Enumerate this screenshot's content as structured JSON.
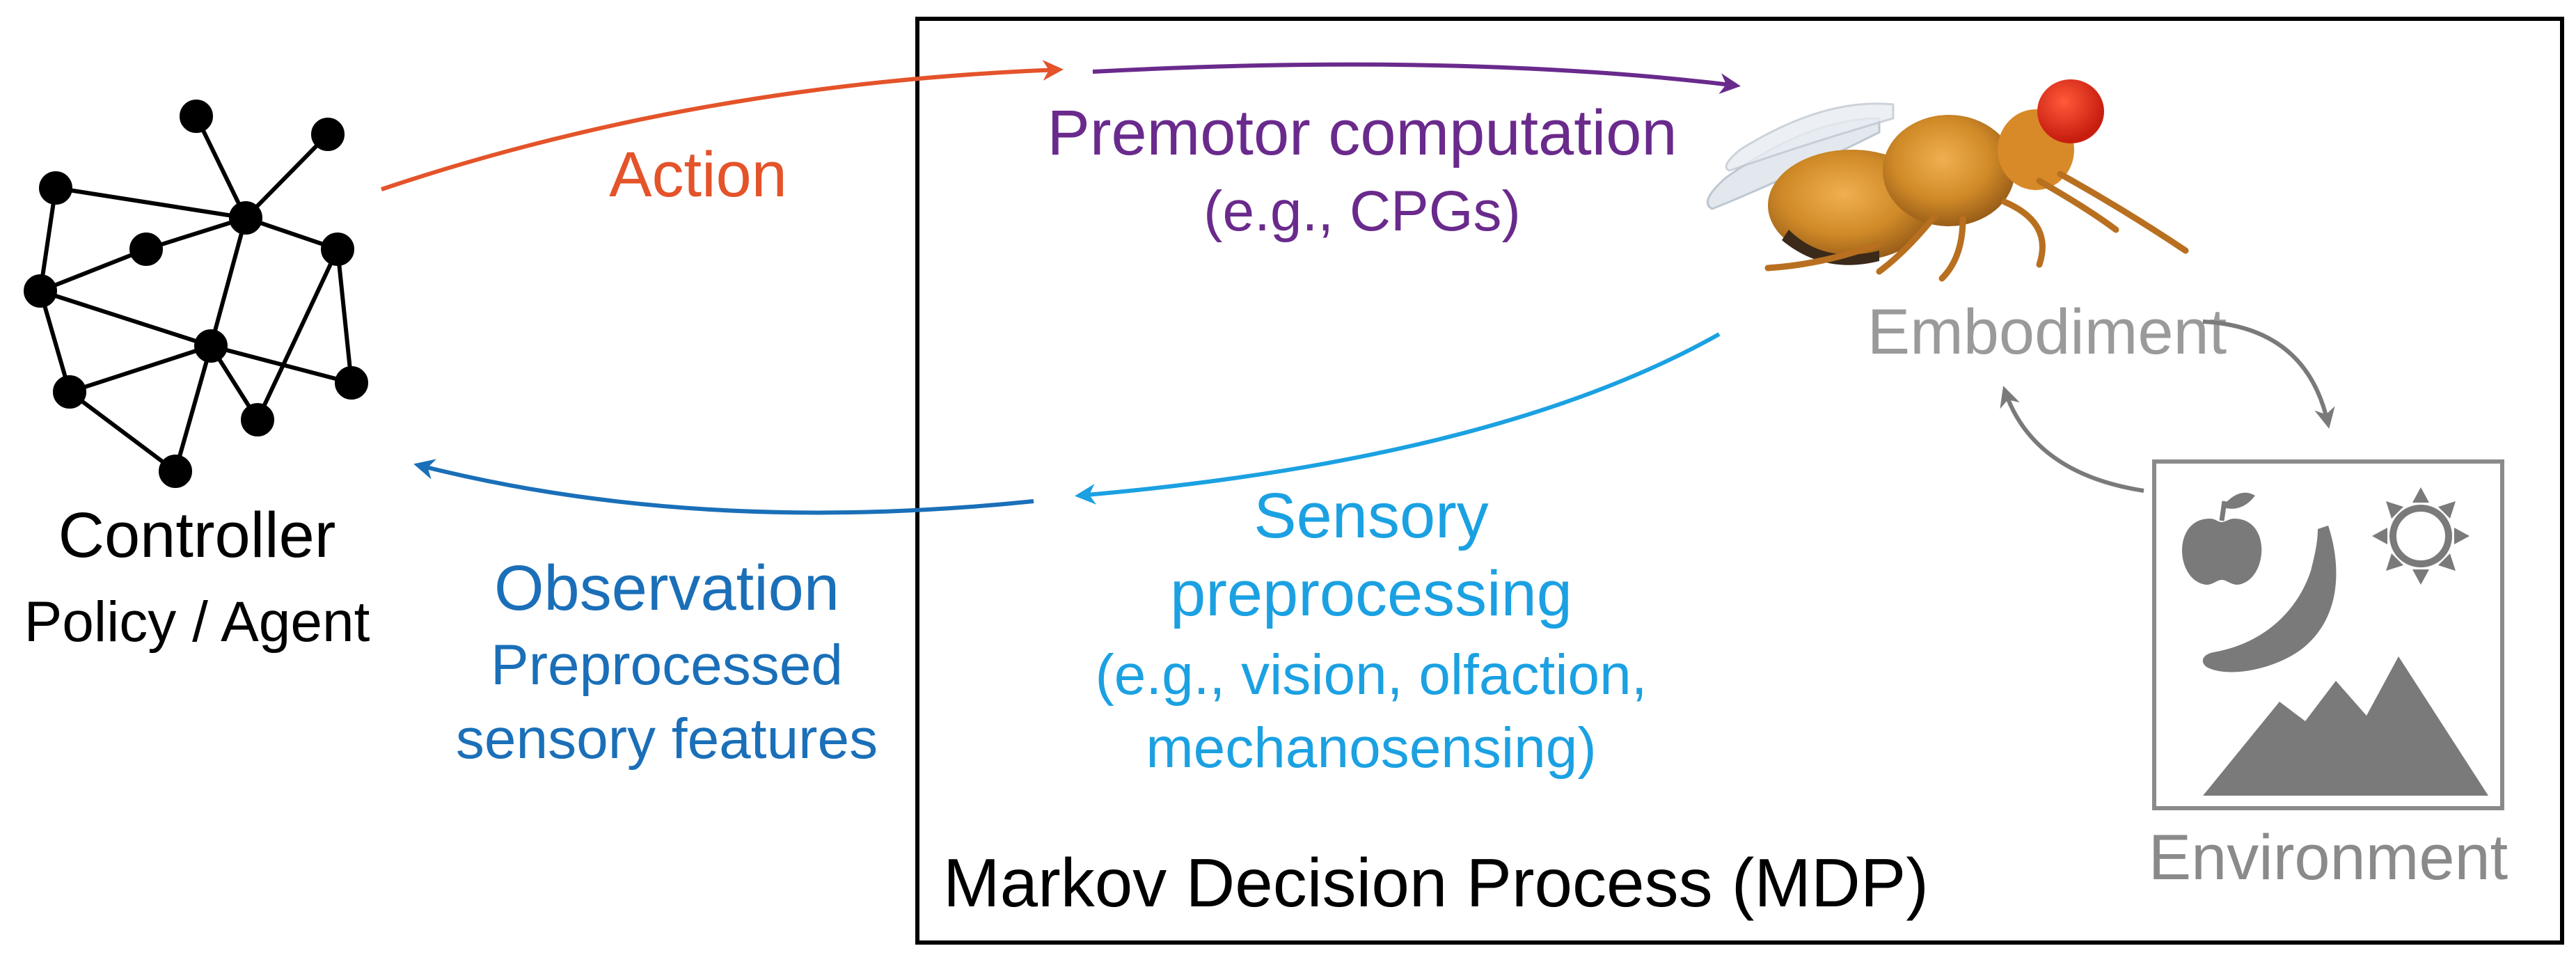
{
  "controller": {
    "title": "Controller",
    "subtitle": "Policy / Agent"
  },
  "action": {
    "label": "Action"
  },
  "premotor": {
    "title": "Premotor computation",
    "example": "(e.g., CPGs)"
  },
  "embodiment": {
    "label": "Embodiment"
  },
  "environment": {
    "label": "Environment",
    "icons": [
      "apple-icon",
      "banana-icon",
      "sun-icon",
      "mountains-icon"
    ]
  },
  "sensory": {
    "line1": "Sensory",
    "line2": "preprocessing",
    "line3": "(e.g., vision, olfaction,",
    "line4": "mechanosensing)"
  },
  "observation": {
    "title": "Observation",
    "line2": "Preprocessed",
    "line3": "sensory features"
  },
  "mdp": {
    "label": "Markov Decision Process (MDP)"
  },
  "colors": {
    "action": "#e4532a",
    "premotor": "#6a2a8c",
    "sensory": "#1ba1e2",
    "observation": "#1a6fb8",
    "embodiment": "#9a9a9a",
    "environment": "#8a8a8a",
    "arrow_gray": "#7a7a7a",
    "black": "#000000"
  }
}
